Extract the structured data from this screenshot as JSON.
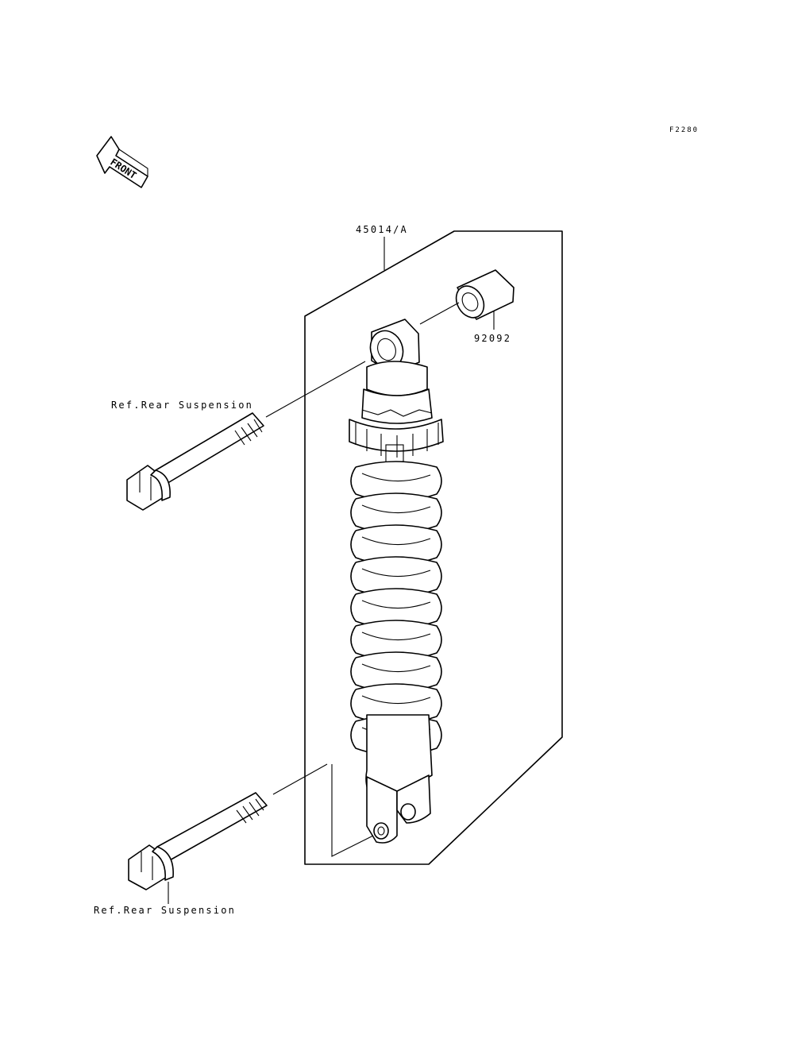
{
  "diagram": {
    "figure_code": "F2280",
    "front_label": "FRONT",
    "parts": [
      {
        "id": "shock-absorber",
        "number": "45014/A"
      },
      {
        "id": "bearing",
        "number": "92092"
      }
    ],
    "references": {
      "upper_bolt": "Ref.Rear Suspension",
      "lower_bolt": "Ref.Rear Suspension"
    }
  }
}
